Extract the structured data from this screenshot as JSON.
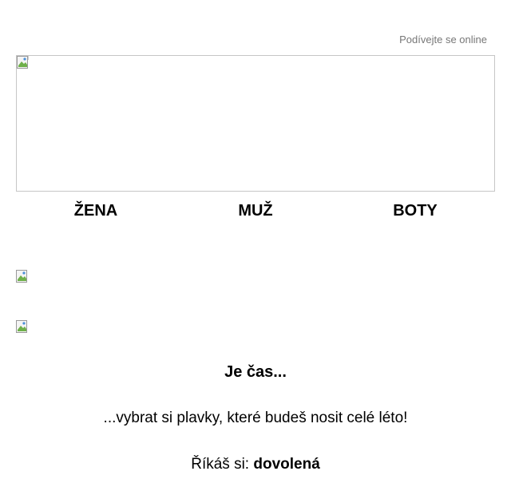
{
  "header": {
    "view_online": "Podívejte se online"
  },
  "hero": {
    "image_state": "broken-image-placeholder"
  },
  "nav": {
    "items": [
      "ŽENA",
      "MUŽ",
      "BOTY"
    ]
  },
  "content": {
    "heading": "Je čas...",
    "subtext": "...vybrat si plavky, které budeš nosit celé léto!",
    "tagline_prefix": "Říkáš si: ",
    "tagline_bold": "dovolená"
  },
  "colors": {
    "text": "#000000",
    "muted": "#777777",
    "border": "#c6c6c6"
  }
}
